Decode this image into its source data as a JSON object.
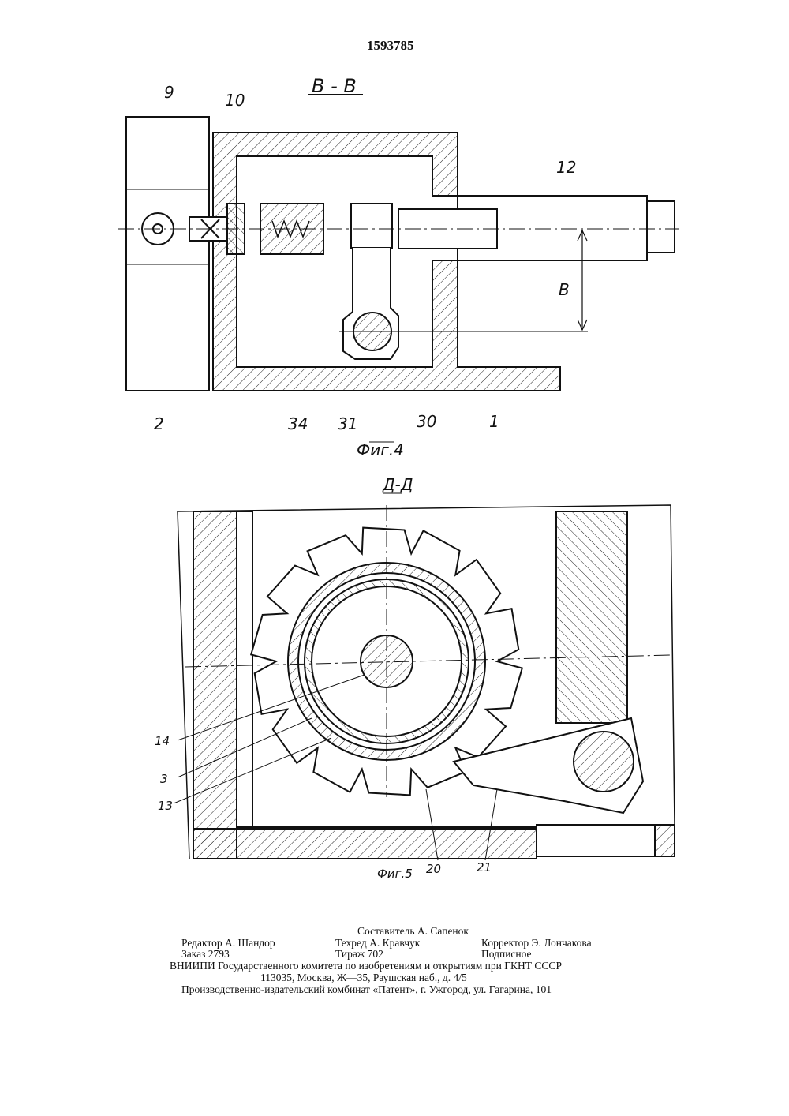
{
  "patent_number": "1593785",
  "fig4": {
    "section_title": "В - В",
    "caption": "Фиг.4",
    "labels": {
      "n9": "9",
      "n10": "10",
      "n12": "12",
      "dim_b": "В",
      "n2": "2",
      "n34": "34",
      "n31": "31",
      "n30": "30",
      "n1": "1"
    }
  },
  "fig5": {
    "section_title": "Д-Д",
    "caption": "Фиг.5",
    "labels": {
      "n14": "14",
      "n3": "3",
      "n13": "13",
      "n20": "20",
      "n21": "21"
    }
  },
  "footer": {
    "compiler": "Составитель А. Сапенок",
    "editor": "Редактор А. Шандор",
    "techred": "Техред А. Кравчук",
    "corrector": "Корректор Э. Лончакова",
    "order": "Заказ 2793",
    "circulation": "Тираж 702",
    "subscription": "Подписное",
    "org": "ВНИИПИ Государственного комитета по изобретениям и открытиям при ГКНТ СССР",
    "address": "113035, Москва, Ж—35, Раушская наб., д. 4/5",
    "publisher": "Производственно-издательский комбинат «Патент», г. Ужгород, ул. Гагарина, 101"
  }
}
